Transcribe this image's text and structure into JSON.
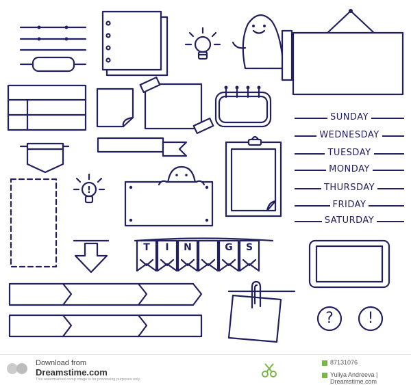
{
  "days": [
    "SUNDAY",
    "WEDNESDAY",
    "TUESDAY",
    "MONDAY",
    "THURSDAY",
    "FRIDAY",
    "SATURDAY"
  ],
  "banner_letters": [
    "T",
    "I",
    "N",
    "G",
    "S"
  ],
  "badges": {
    "question": "?",
    "exclamation": "!"
  },
  "footer": {
    "download_from": "Download from",
    "site_name": "Dreamstime.com",
    "disclaimer": "This watermarked comp image is for previewing purposes only.",
    "image_id": "87131076",
    "credit": "Yuliya Andreeva | Dreamstime.com"
  },
  "colors": {
    "ink": "#22205e",
    "background": "#ffffff",
    "footer_text": "#555555",
    "dreamstime_green": "#7ab648"
  },
  "icons": [
    "lightbulb-icon",
    "ghost-icon",
    "spiral-notepad-icon",
    "paperclip-icon",
    "question-icon",
    "exclamation-icon",
    "arrow-down-icon"
  ]
}
